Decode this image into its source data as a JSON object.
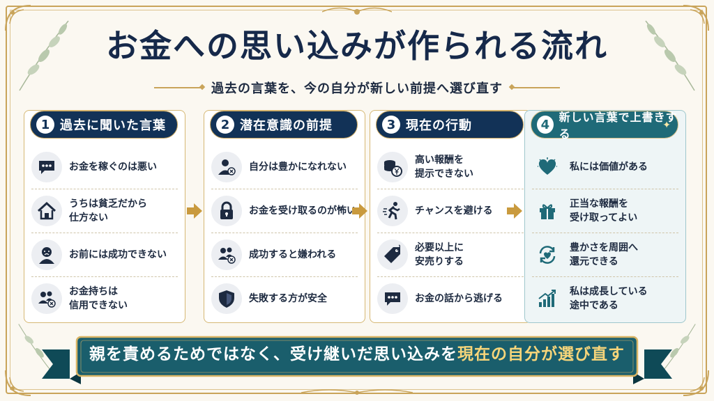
{
  "title": "お金への思い込みが作られる流れ",
  "subtitle": "過去の言葉を、今の自分が新しい前提へ選び直す",
  "cards": [
    {
      "number": "1",
      "heading": "過去に聞いた言葉",
      "items": [
        {
          "icon": "speech-bubble-icon",
          "text": "お金を稼ぐのは悪い"
        },
        {
          "icon": "house-icon",
          "text": "うちは貧乏だから\n仕方ない"
        },
        {
          "icon": "sad-face-icon",
          "text": "お前には成功できない"
        },
        {
          "icon": "people-cross-icon",
          "text": "お金持ちは\n信用できない"
        }
      ]
    },
    {
      "number": "2",
      "heading": "潜在意識の前提",
      "items": [
        {
          "icon": "person-cross-icon",
          "text": "自分は豊かになれない"
        },
        {
          "icon": "padlock-icon",
          "text": "お金を受け取るのが怖い"
        },
        {
          "icon": "people-cross-icon",
          "text": "成功すると嫌われる"
        },
        {
          "icon": "shield-icon",
          "text": "失敗する方が安全"
        }
      ]
    },
    {
      "number": "3",
      "heading": "現在の行動",
      "items": [
        {
          "icon": "coins-yen-icon",
          "text": "高い報酬を\n提示できない"
        },
        {
          "icon": "running-person-icon",
          "text": "チャンスを避ける"
        },
        {
          "icon": "price-tag-icon",
          "text": "必要以上に\n安売りする"
        },
        {
          "icon": "speech-bubble-icon",
          "text": "お金の話から逃げる"
        }
      ]
    },
    {
      "number": "4",
      "heading": "新しい言葉で上書きする",
      "items": [
        {
          "icon": "heart-icon",
          "text": "私には価値がある"
        },
        {
          "icon": "gift-icon",
          "text": "正当な報酬を\n受け取ってよい"
        },
        {
          "icon": "cycle-heart-icon",
          "text": "豊かさを周囲へ\n還元できる"
        },
        {
          "icon": "growth-chart-icon",
          "text": "私は成長している\n途中である"
        }
      ]
    }
  ],
  "banner": {
    "part1": "親を責めるためではなく、受け継いだ思い込みを",
    "highlight": "現在の自分が選び直す"
  },
  "colors": {
    "navy": "#123257",
    "teal": "#1f6a78",
    "gold": "#c9a45a",
    "highlight": "#f7d57a"
  }
}
